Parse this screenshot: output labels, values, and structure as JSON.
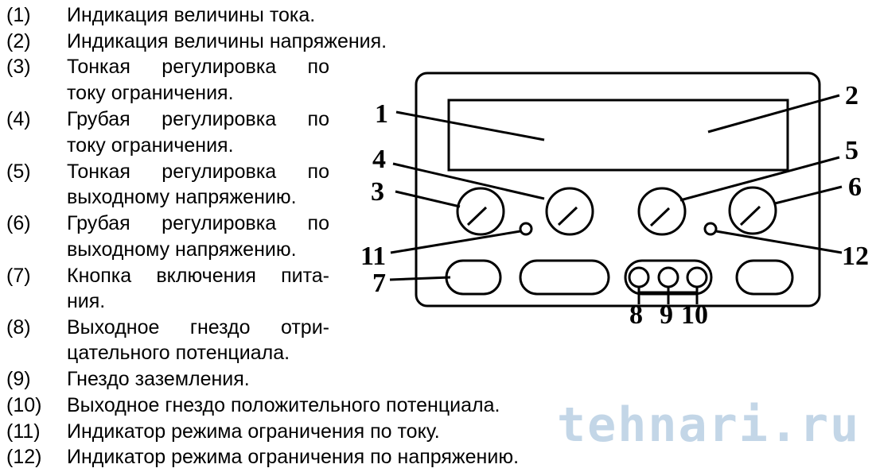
{
  "legend": {
    "items": [
      {
        "num": "(1)",
        "lines": [
          "Индикация величины тока."
        ]
      },
      {
        "num": "(2)",
        "lines": [
          "Индикация величины напряжения."
        ]
      },
      {
        "num": "(3)",
        "lines": [
          "Тонкая регулировка по",
          "току ограничения."
        ]
      },
      {
        "num": "(4)",
        "lines": [
          "Грубая регулировка по",
          "току ограничения."
        ]
      },
      {
        "num": "(5)",
        "lines": [
          "Тонкая регулировка по",
          "выходному напряжению."
        ]
      },
      {
        "num": "(6)",
        "lines": [
          "Грубая регулировка по",
          "выходному напряжению."
        ]
      },
      {
        "num": "(7)",
        "lines": [
          "Кнопка включения пита-",
          "ния."
        ]
      },
      {
        "num": "(8)",
        "lines": [
          "Выходное гнездо отри-",
          "цательного потенциала."
        ]
      },
      {
        "num": "(9)",
        "lines": [
          "Гнездо заземления."
        ]
      },
      {
        "num": "(10)",
        "lines": [
          "Выходное гнездо положительного потенциала."
        ]
      },
      {
        "num": "(11)",
        "lines": [
          "Индикатор режима ограничения по току."
        ]
      },
      {
        "num": "(12)",
        "lines": [
          "Индикатор режима ограничения по напряжению."
        ]
      }
    ]
  },
  "diagram": {
    "labels": [
      "1",
      "2",
      "3",
      "4",
      "5",
      "6",
      "7",
      "8",
      "9",
      "10",
      "11",
      "12"
    ]
  },
  "watermark": "tehnari.ru",
  "colors": {
    "ink": "#000000",
    "watermark": "#b9cfe3"
  }
}
